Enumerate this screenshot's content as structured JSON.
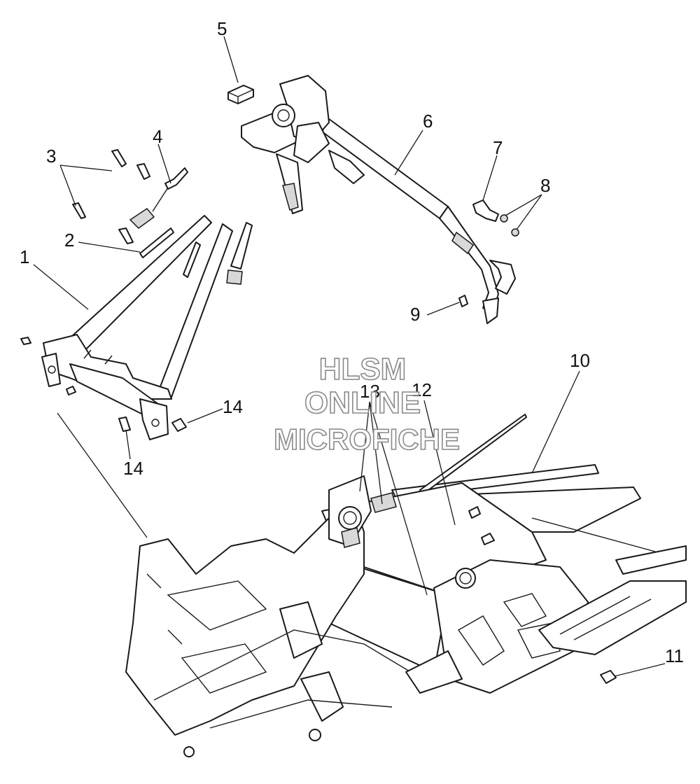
{
  "diagram": {
    "callouts": [
      {
        "id": "1",
        "text": "1"
      },
      {
        "id": "2",
        "text": "2"
      },
      {
        "id": "3",
        "text": "3"
      },
      {
        "id": "4",
        "text": "4"
      },
      {
        "id": "5",
        "text": "5"
      },
      {
        "id": "6",
        "text": "6"
      },
      {
        "id": "7",
        "text": "7"
      },
      {
        "id": "8",
        "text": "8"
      },
      {
        "id": "9",
        "text": "9"
      },
      {
        "id": "10",
        "text": "10"
      },
      {
        "id": "11",
        "text": "11"
      },
      {
        "id": "12",
        "text": "12"
      },
      {
        "id": "13",
        "text": "13"
      },
      {
        "id": "14a",
        "text": "14"
      },
      {
        "id": "14b",
        "text": "14"
      }
    ],
    "watermark": {
      "line1": "HLSM",
      "line2": "ONLINE",
      "line3": "MICROFICHE"
    }
  }
}
